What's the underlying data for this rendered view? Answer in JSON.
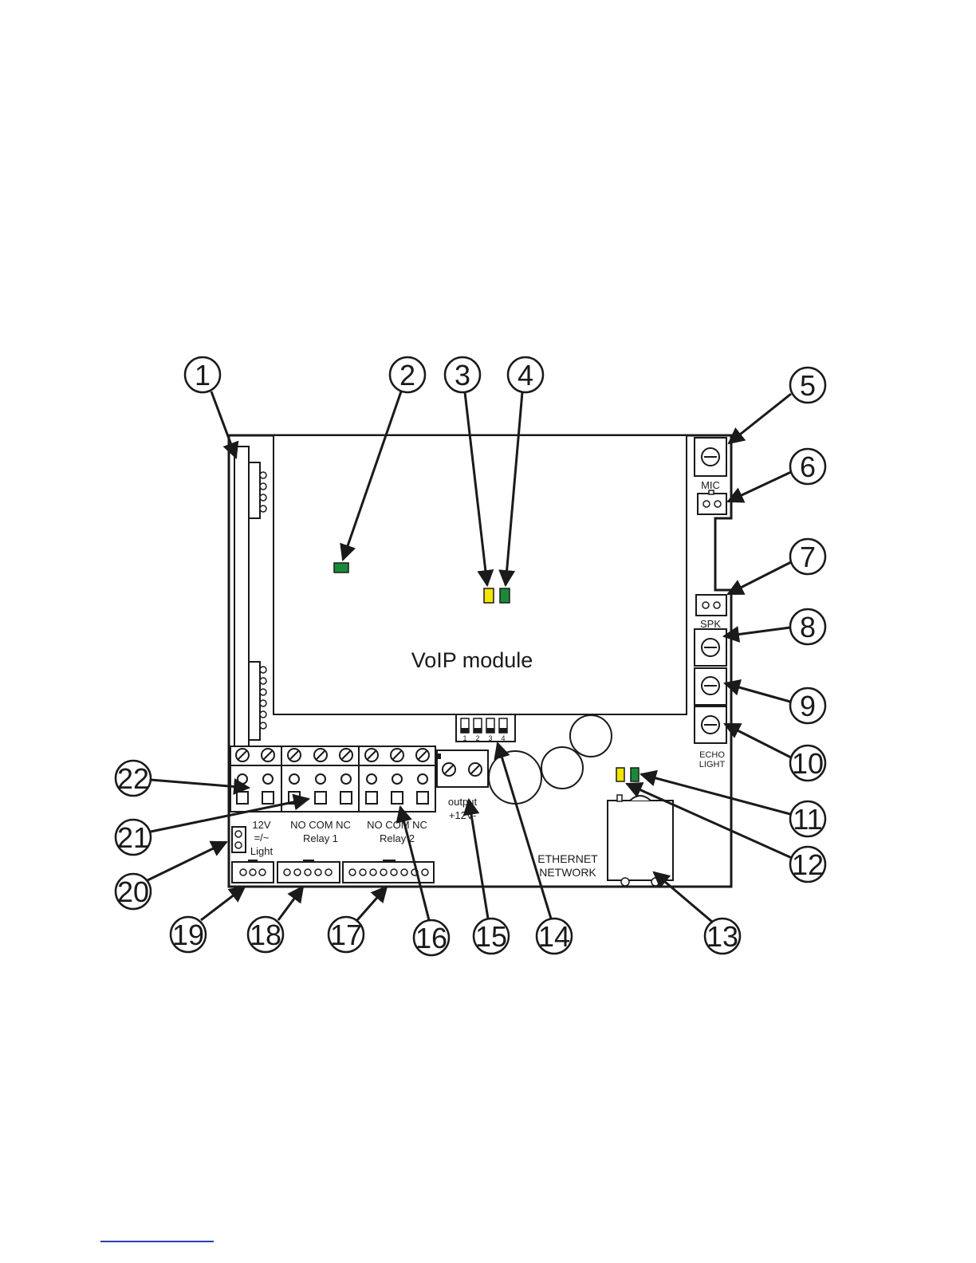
{
  "diagram": {
    "module_label": "VoIP module",
    "mic_label": "MIC",
    "spk_label": "SPK",
    "echo_label": [
      "ECHO",
      "LIGHT"
    ],
    "dip_labels": [
      "1",
      "2",
      "3",
      "4"
    ],
    "relay1": {
      "contacts": "NO COM NC",
      "name": "Relay 1"
    },
    "relay2": {
      "contacts": "NO COM NC",
      "name": "Relay 2"
    },
    "output": [
      "output",
      "+12V-"
    ],
    "light": [
      "12V",
      "=/~",
      "Light"
    ],
    "ethernet": [
      "ETHERNET",
      "NETWORK"
    ]
  },
  "callouts": [
    "1",
    "2",
    "3",
    "4",
    "5",
    "6",
    "7",
    "8",
    "9",
    "10",
    "11",
    "12",
    "13",
    "14",
    "15",
    "16",
    "17",
    "18",
    "19",
    "20",
    "21",
    "22"
  ],
  "colors": {
    "led_green": "#1a8a3a",
    "led_yellow": "#f2e600",
    "line": "#1a1a1a",
    "footnote_rule": "#2a3fb0"
  }
}
